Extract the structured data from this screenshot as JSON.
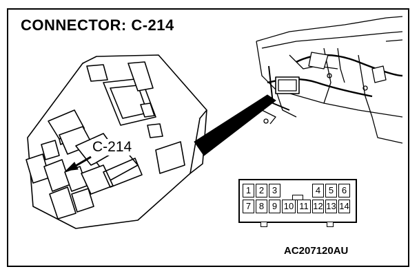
{
  "title": "CONNECTOR: C-214",
  "callout_label": "C-214",
  "figure_id": "AC207120AU",
  "connector_pins": {
    "top_row": [
      "1",
      "2",
      "3",
      "",
      "",
      "4",
      "5",
      "6"
    ],
    "bottom_row": [
      "7",
      "8",
      "9",
      "10",
      "11",
      "12",
      "13",
      "14"
    ]
  },
  "colors": {
    "line": "#000000",
    "background": "#ffffff"
  }
}
